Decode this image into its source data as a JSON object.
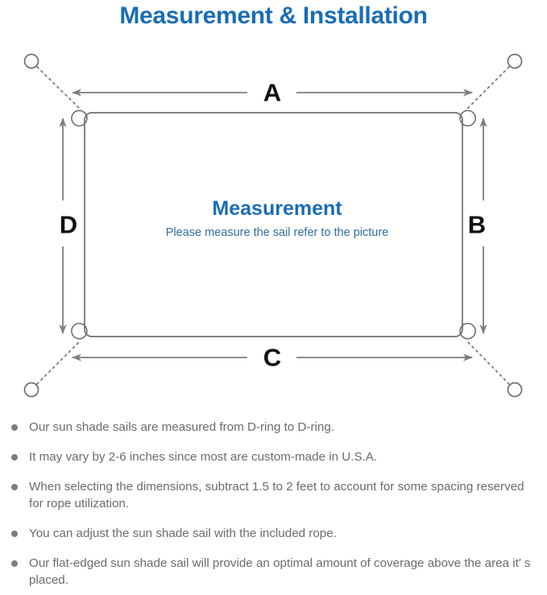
{
  "header": {
    "title": "Measurement & Installation",
    "title_color": "#1a6db3"
  },
  "diagram": {
    "center": {
      "title": "Measurement",
      "subtitle": "Please measure the sail refer to the picture",
      "title_color": "#1a6db3",
      "subtitle_color": "#2f6f9f"
    },
    "dimensions": {
      "top": "A",
      "right": "B",
      "bottom": "C",
      "left": "D"
    },
    "label_color": "#111111",
    "line_color": "#7d7d7d",
    "sail_stroke": "#6f6f6f",
    "sail_fill": "#ffffff",
    "anchor_stroke": "#6f6f6f"
  },
  "notes": [
    "Our sun shade sails are measured from D-ring to D-ring.",
    "It may vary by 2-6 inches since most are custom-made in U.S.A.",
    "When selecting the dimensions, subtract 1.5 to 2 feet to account for some spacing reserved for rope utilization.",
    "You can adjust the sun shade sail with the included rope.",
    "Our flat-edged sun shade sail will provide an optimal amount of coverage above the area it′ s placed."
  ],
  "note_bullet_color": "#7c7c7c",
  "note_text_color": "#6b6b6b"
}
